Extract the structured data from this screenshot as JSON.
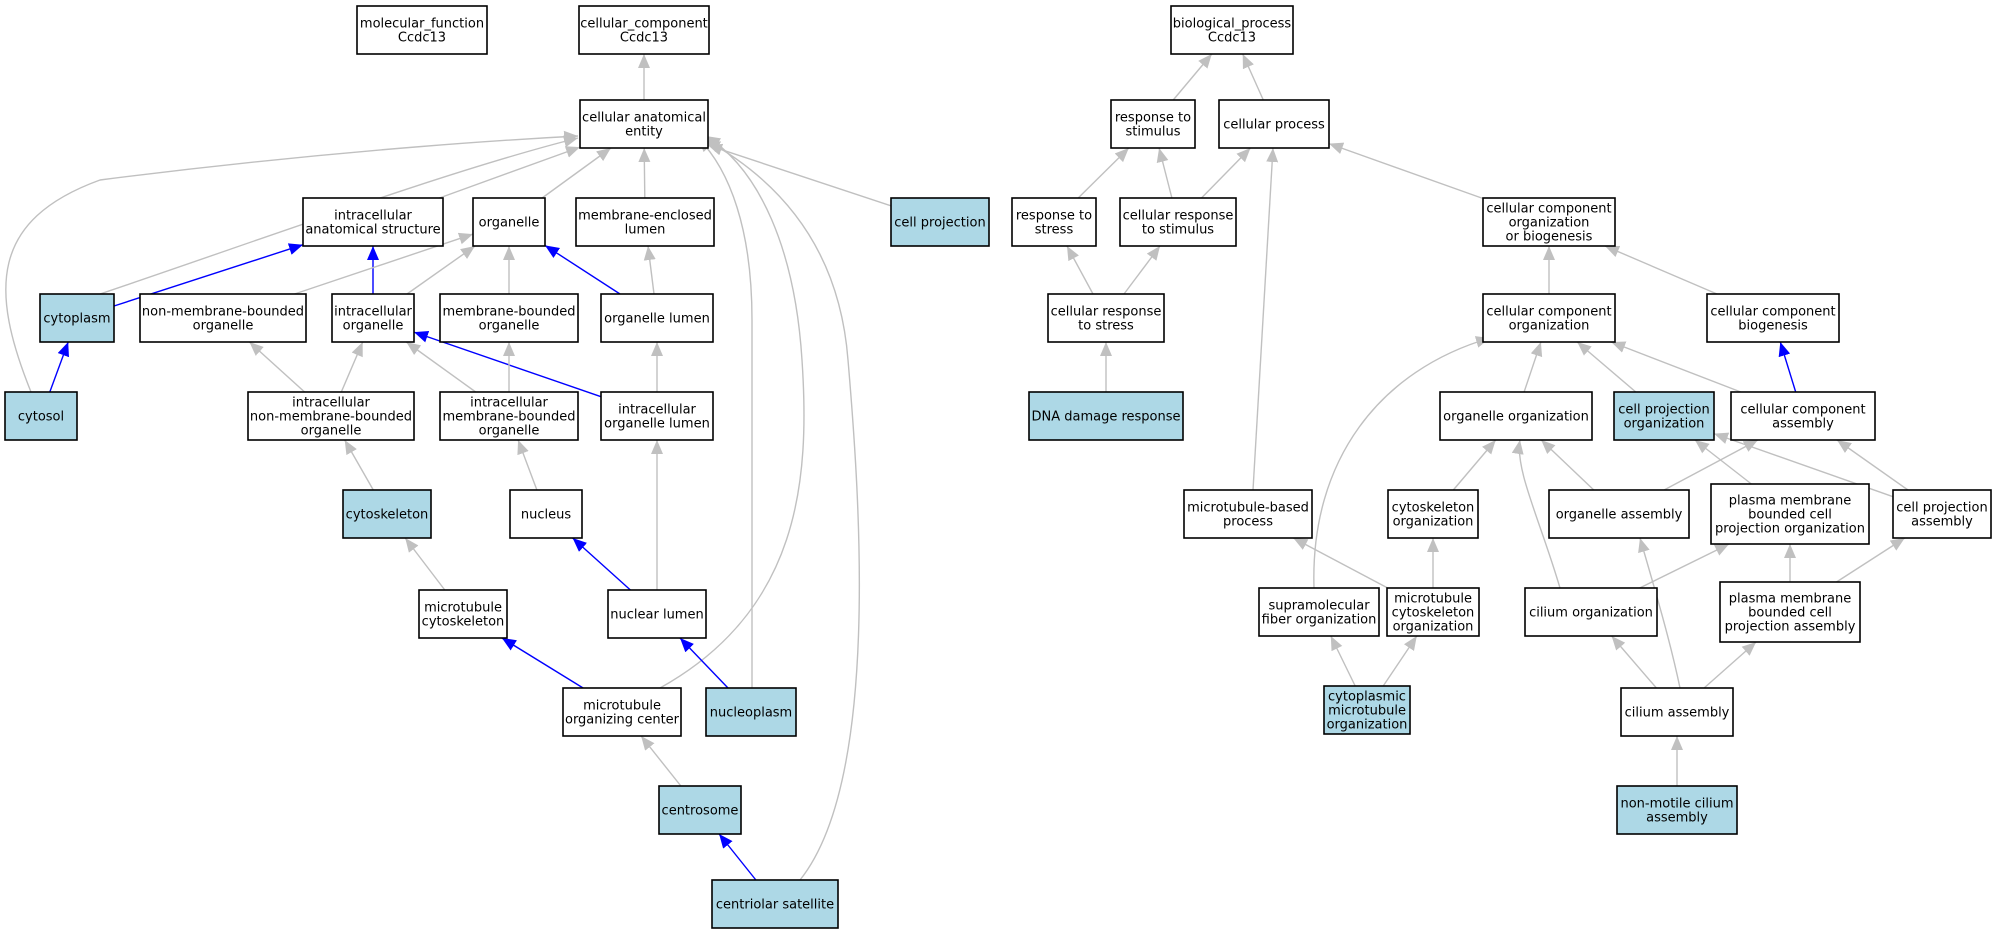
{
  "colors": {
    "node_fill": "#ffffff",
    "highlight_fill": "#add8e6",
    "border": "#000000",
    "edge_gray": "#c0c0c0",
    "edge_blue": "#0000ff"
  },
  "nodes": [
    {
      "id": "mf_root",
      "lines": [
        "molecular_function",
        "Ccdc13"
      ],
      "highlight": false
    },
    {
      "id": "cc_root",
      "lines": [
        "cellular_component",
        "Ccdc13"
      ],
      "highlight": false
    },
    {
      "id": "bp_root",
      "lines": [
        "biological_process",
        "Ccdc13"
      ],
      "highlight": false
    },
    {
      "id": "cae",
      "lines": [
        "cellular anatomical",
        "entity"
      ],
      "highlight": false
    },
    {
      "id": "ias",
      "lines": [
        "intracellular",
        "anatomical structure"
      ],
      "highlight": false
    },
    {
      "id": "organelle",
      "lines": [
        "organelle"
      ],
      "highlight": false
    },
    {
      "id": "mel",
      "lines": [
        "membrane-enclosed",
        "lumen"
      ],
      "highlight": false
    },
    {
      "id": "cellproj",
      "lines": [
        "cell projection"
      ],
      "highlight": true
    },
    {
      "id": "cytoplasm",
      "lines": [
        "cytoplasm"
      ],
      "highlight": true
    },
    {
      "id": "nmbo",
      "lines": [
        "non-membrane-bounded",
        "organelle"
      ],
      "highlight": false
    },
    {
      "id": "io",
      "lines": [
        "intracellular",
        "organelle"
      ],
      "highlight": false
    },
    {
      "id": "mbo",
      "lines": [
        "membrane-bounded",
        "organelle"
      ],
      "highlight": false
    },
    {
      "id": "olumen",
      "lines": [
        "organelle lumen"
      ],
      "highlight": false
    },
    {
      "id": "cytosol",
      "lines": [
        "cytosol"
      ],
      "highlight": true
    },
    {
      "id": "inmbo",
      "lines": [
        "intracellular",
        "non-membrane-bounded",
        "organelle"
      ],
      "highlight": false
    },
    {
      "id": "imbo",
      "lines": [
        "intracellular",
        "membrane-bounded",
        "organelle"
      ],
      "highlight": false
    },
    {
      "id": "iol",
      "lines": [
        "intracellular",
        "organelle lumen"
      ],
      "highlight": false
    },
    {
      "id": "cytoskeleton",
      "lines": [
        "cytoskeleton"
      ],
      "highlight": true
    },
    {
      "id": "nucleus",
      "lines": [
        "nucleus"
      ],
      "highlight": false
    },
    {
      "id": "mtcyto",
      "lines": [
        "microtubule",
        "cytoskeleton"
      ],
      "highlight": false
    },
    {
      "id": "nuclumen",
      "lines": [
        "nuclear lumen"
      ],
      "highlight": false
    },
    {
      "id": "mtoc",
      "lines": [
        "microtubule",
        "organizing center"
      ],
      "highlight": false
    },
    {
      "id": "nucleoplasm",
      "lines": [
        "nucleoplasm"
      ],
      "highlight": true
    },
    {
      "id": "centrosome",
      "lines": [
        "centrosome"
      ],
      "highlight": true
    },
    {
      "id": "centsat",
      "lines": [
        "centriolar satellite"
      ],
      "highlight": true
    },
    {
      "id": "rts",
      "lines": [
        "response to",
        "stimulus"
      ],
      "highlight": false
    },
    {
      "id": "cp",
      "lines": [
        "cellular process"
      ],
      "highlight": false
    },
    {
      "id": "rtstress",
      "lines": [
        "response to",
        "stress"
      ],
      "highlight": false
    },
    {
      "id": "crts",
      "lines": [
        "cellular response",
        "to stimulus"
      ],
      "highlight": false
    },
    {
      "id": "ccob",
      "lines": [
        "cellular component",
        "organization",
        "or biogenesis"
      ],
      "highlight": false
    },
    {
      "id": "crtstress",
      "lines": [
        "cellular response",
        "to stress"
      ],
      "highlight": false
    },
    {
      "id": "cco",
      "lines": [
        "cellular component",
        "organization"
      ],
      "highlight": false
    },
    {
      "id": "ccb",
      "lines": [
        "cellular component",
        "biogenesis"
      ],
      "highlight": false
    },
    {
      "id": "ddr",
      "lines": [
        "DNA damage response"
      ],
      "highlight": true
    },
    {
      "id": "oorg",
      "lines": [
        "organelle organization"
      ],
      "highlight": false
    },
    {
      "id": "cpo",
      "lines": [
        "cell projection",
        "organization"
      ],
      "highlight": true
    },
    {
      "id": "cca",
      "lines": [
        "cellular component",
        "assembly"
      ],
      "highlight": false
    },
    {
      "id": "mtbp",
      "lines": [
        "microtubule-based",
        "process"
      ],
      "highlight": false
    },
    {
      "id": "cso",
      "lines": [
        "cytoskeleton",
        "organization"
      ],
      "highlight": false
    },
    {
      "id": "oa",
      "lines": [
        "organelle assembly"
      ],
      "highlight": false
    },
    {
      "id": "pmbcpo",
      "lines": [
        "plasma membrane",
        "bounded cell",
        "projection organization"
      ],
      "highlight": false
    },
    {
      "id": "cpa",
      "lines": [
        "cell projection",
        "assembly"
      ],
      "highlight": false
    },
    {
      "id": "sfo",
      "lines": [
        "supramolecular",
        "fiber organization"
      ],
      "highlight": false
    },
    {
      "id": "mtco",
      "lines": [
        "microtubule",
        "cytoskeleton",
        "organization"
      ],
      "highlight": false
    },
    {
      "id": "cilo",
      "lines": [
        "cilium organization"
      ],
      "highlight": false
    },
    {
      "id": "pmbcpa",
      "lines": [
        "plasma membrane",
        "bounded cell",
        "projection assembly"
      ],
      "highlight": false
    },
    {
      "id": "cmo",
      "lines": [
        "cytoplasmic",
        "microtubule",
        "organization"
      ],
      "highlight": true
    },
    {
      "id": "cila",
      "lines": [
        "cilium assembly"
      ],
      "highlight": false
    },
    {
      "id": "nmca",
      "lines": [
        "non-motile cilium",
        "assembly"
      ],
      "highlight": true
    }
  ],
  "edges": [
    {
      "from": "cae",
      "to": "cc_root",
      "blue": false
    },
    {
      "from": "ias",
      "to": "cae",
      "blue": false
    },
    {
      "from": "organelle",
      "to": "cae",
      "blue": false
    },
    {
      "from": "mel",
      "to": "cae",
      "blue": false
    },
    {
      "from": "cellproj",
      "to": "cae",
      "blue": false
    },
    {
      "from": "cytoplasm",
      "to": "cae",
      "blue": false
    },
    {
      "from": "cytosol",
      "to": "cae",
      "blue": false
    },
    {
      "from": "mtoc",
      "to": "cae",
      "blue": false
    },
    {
      "from": "nucleoplasm",
      "to": "cae",
      "blue": false
    },
    {
      "from": "centsat",
      "to": "cae",
      "blue": false
    },
    {
      "from": "cytoplasm",
      "to": "ias",
      "blue": true
    },
    {
      "from": "io",
      "to": "ias",
      "blue": true
    },
    {
      "from": "cytosol",
      "to": "cytoplasm",
      "blue": true
    },
    {
      "from": "nmbo",
      "to": "organelle",
      "blue": false
    },
    {
      "from": "io",
      "to": "organelle",
      "blue": false
    },
    {
      "from": "mbo",
      "to": "organelle",
      "blue": false
    },
    {
      "from": "olumen",
      "to": "organelle",
      "blue": true
    },
    {
      "from": "olumen",
      "to": "mel",
      "blue": false
    },
    {
      "from": "inmbo",
      "to": "nmbo",
      "blue": false
    },
    {
      "from": "inmbo",
      "to": "io",
      "blue": false
    },
    {
      "from": "imbo",
      "to": "io",
      "blue": false
    },
    {
      "from": "iol",
      "to": "io",
      "blue": true
    },
    {
      "from": "imbo",
      "to": "mbo",
      "blue": false
    },
    {
      "from": "iol",
      "to": "olumen",
      "blue": false
    },
    {
      "from": "cytoskeleton",
      "to": "inmbo",
      "blue": false
    },
    {
      "from": "nucleus",
      "to": "imbo",
      "blue": false
    },
    {
      "from": "nuclumen",
      "to": "iol",
      "blue": false
    },
    {
      "from": "mtcyto",
      "to": "cytoskeleton",
      "blue": false
    },
    {
      "from": "nuclumen",
      "to": "nucleus",
      "blue": true
    },
    {
      "from": "mtoc",
      "to": "mtcyto",
      "blue": true
    },
    {
      "from": "nucleoplasm",
      "to": "nuclumen",
      "blue": true
    },
    {
      "from": "centrosome",
      "to": "mtoc",
      "blue": false
    },
    {
      "from": "centsat",
      "to": "centrosome",
      "blue": true
    },
    {
      "from": "rts",
      "to": "bp_root",
      "blue": false
    },
    {
      "from": "cp",
      "to": "bp_root",
      "blue": false
    },
    {
      "from": "rtstress",
      "to": "rts",
      "blue": false
    },
    {
      "from": "crts",
      "to": "rts",
      "blue": false
    },
    {
      "from": "crts",
      "to": "cp",
      "blue": false
    },
    {
      "from": "ccob",
      "to": "cp",
      "blue": false
    },
    {
      "from": "mtbp",
      "to": "cp",
      "blue": false
    },
    {
      "from": "crtstress",
      "to": "rtstress",
      "blue": false
    },
    {
      "from": "crtstress",
      "to": "crts",
      "blue": false
    },
    {
      "from": "ddr",
      "to": "crtstress",
      "blue": false
    },
    {
      "from": "cco",
      "to": "ccob",
      "blue": false
    },
    {
      "from": "ccb",
      "to": "ccob",
      "blue": false
    },
    {
      "from": "oorg",
      "to": "cco",
      "blue": false
    },
    {
      "from": "cpo",
      "to": "cco",
      "blue": false
    },
    {
      "from": "cca",
      "to": "cco",
      "blue": false
    },
    {
      "from": "sfo",
      "to": "cco",
      "blue": false
    },
    {
      "from": "cca",
      "to": "ccb",
      "blue": true
    },
    {
      "from": "cso",
      "to": "oorg",
      "blue": false
    },
    {
      "from": "oa",
      "to": "oorg",
      "blue": false
    },
    {
      "from": "cilo",
      "to": "oorg",
      "blue": false
    },
    {
      "from": "pmbcpo",
      "to": "cpo",
      "blue": false
    },
    {
      "from": "cpa",
      "to": "cpo",
      "blue": false
    },
    {
      "from": "oa",
      "to": "cca",
      "blue": false
    },
    {
      "from": "cpa",
      "to": "cca",
      "blue": false
    },
    {
      "from": "mtco",
      "to": "mtbp",
      "blue": false
    },
    {
      "from": "mtco",
      "to": "cso",
      "blue": false
    },
    {
      "from": "cila",
      "to": "oa",
      "blue": false
    },
    {
      "from": "cilo",
      "to": "pmbcpo",
      "blue": false
    },
    {
      "from": "pmbcpa",
      "to": "pmbcpo",
      "blue": false
    },
    {
      "from": "pmbcpa",
      "to": "cpa",
      "blue": false
    },
    {
      "from": "cmo",
      "to": "sfo",
      "blue": false
    },
    {
      "from": "cmo",
      "to": "mtco",
      "blue": false
    },
    {
      "from": "cila",
      "to": "cilo",
      "blue": false
    },
    {
      "from": "cila",
      "to": "pmbcpa",
      "blue": false
    },
    {
      "from": "nmca",
      "to": "cila",
      "blue": false
    }
  ]
}
